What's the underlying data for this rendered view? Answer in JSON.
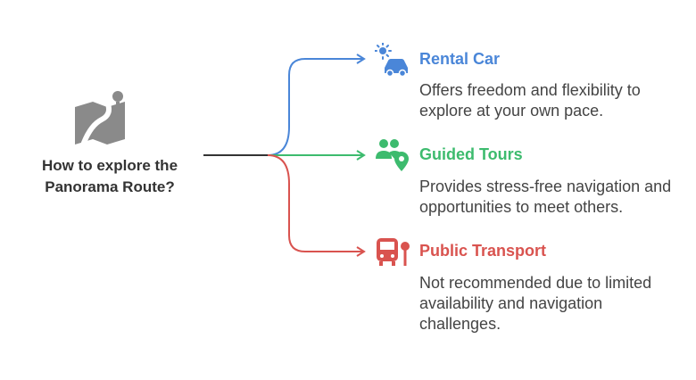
{
  "root": {
    "question": "How to explore the Panorama Route?",
    "icon": "road-map-icon",
    "color": "#8a8a8a"
  },
  "branches": [
    {
      "title": "Rental Car",
      "description": "Offers freedom and flexibility to explore at your own pace.",
      "icon": "car-sun-icon",
      "color": "#4a86d8"
    },
    {
      "title": "Guided Tours",
      "description": "Provides stress-free navigation and opportunities to meet others.",
      "icon": "people-location-icon",
      "color": "#3dbb6e"
    },
    {
      "title": "Public Transport",
      "description": "Not recommended due to limited availability and navigation challenges.",
      "icon": "bus-stop-icon",
      "color": "#d9534f"
    }
  ]
}
